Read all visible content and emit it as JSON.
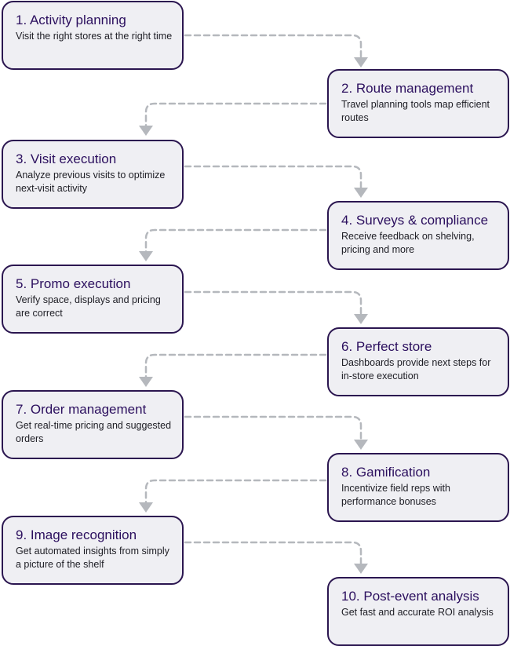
{
  "colors": {
    "box_border": "#2b1650",
    "box_fill": "#efeff3",
    "title_text": "#2b0f5e",
    "body_text": "#1d1d24",
    "connector": "#b5b8bd"
  },
  "steps": [
    {
      "title": "1. Activity planning",
      "description": "Visit the right stores at the right time"
    },
    {
      "title": "2. Route management",
      "description": "Travel planning tools map efficient routes"
    },
    {
      "title": "3. Visit execution",
      "description": "Analyze previous visits to optimize next-visit activity"
    },
    {
      "title": "4. Surveys & compliance",
      "description": "Receive feedback on shelving, pricing and more"
    },
    {
      "title": "5. Promo execution",
      "description": "Verify space, displays and pricing are correct"
    },
    {
      "title": "6. Perfect store",
      "description": "Dashboards provide next steps for in-store execution"
    },
    {
      "title": "7. Order management",
      "description": "Get real-time pricing and suggested orders"
    },
    {
      "title": "8. Gamification",
      "description": "Incentivize field reps with performance bonuses"
    },
    {
      "title": "9. Image recognition",
      "description": "Get automated insights from simply a picture of the shelf"
    },
    {
      "title": "10. Post-event analysis",
      "description": "Get fast and accurate ROI analysis"
    }
  ]
}
